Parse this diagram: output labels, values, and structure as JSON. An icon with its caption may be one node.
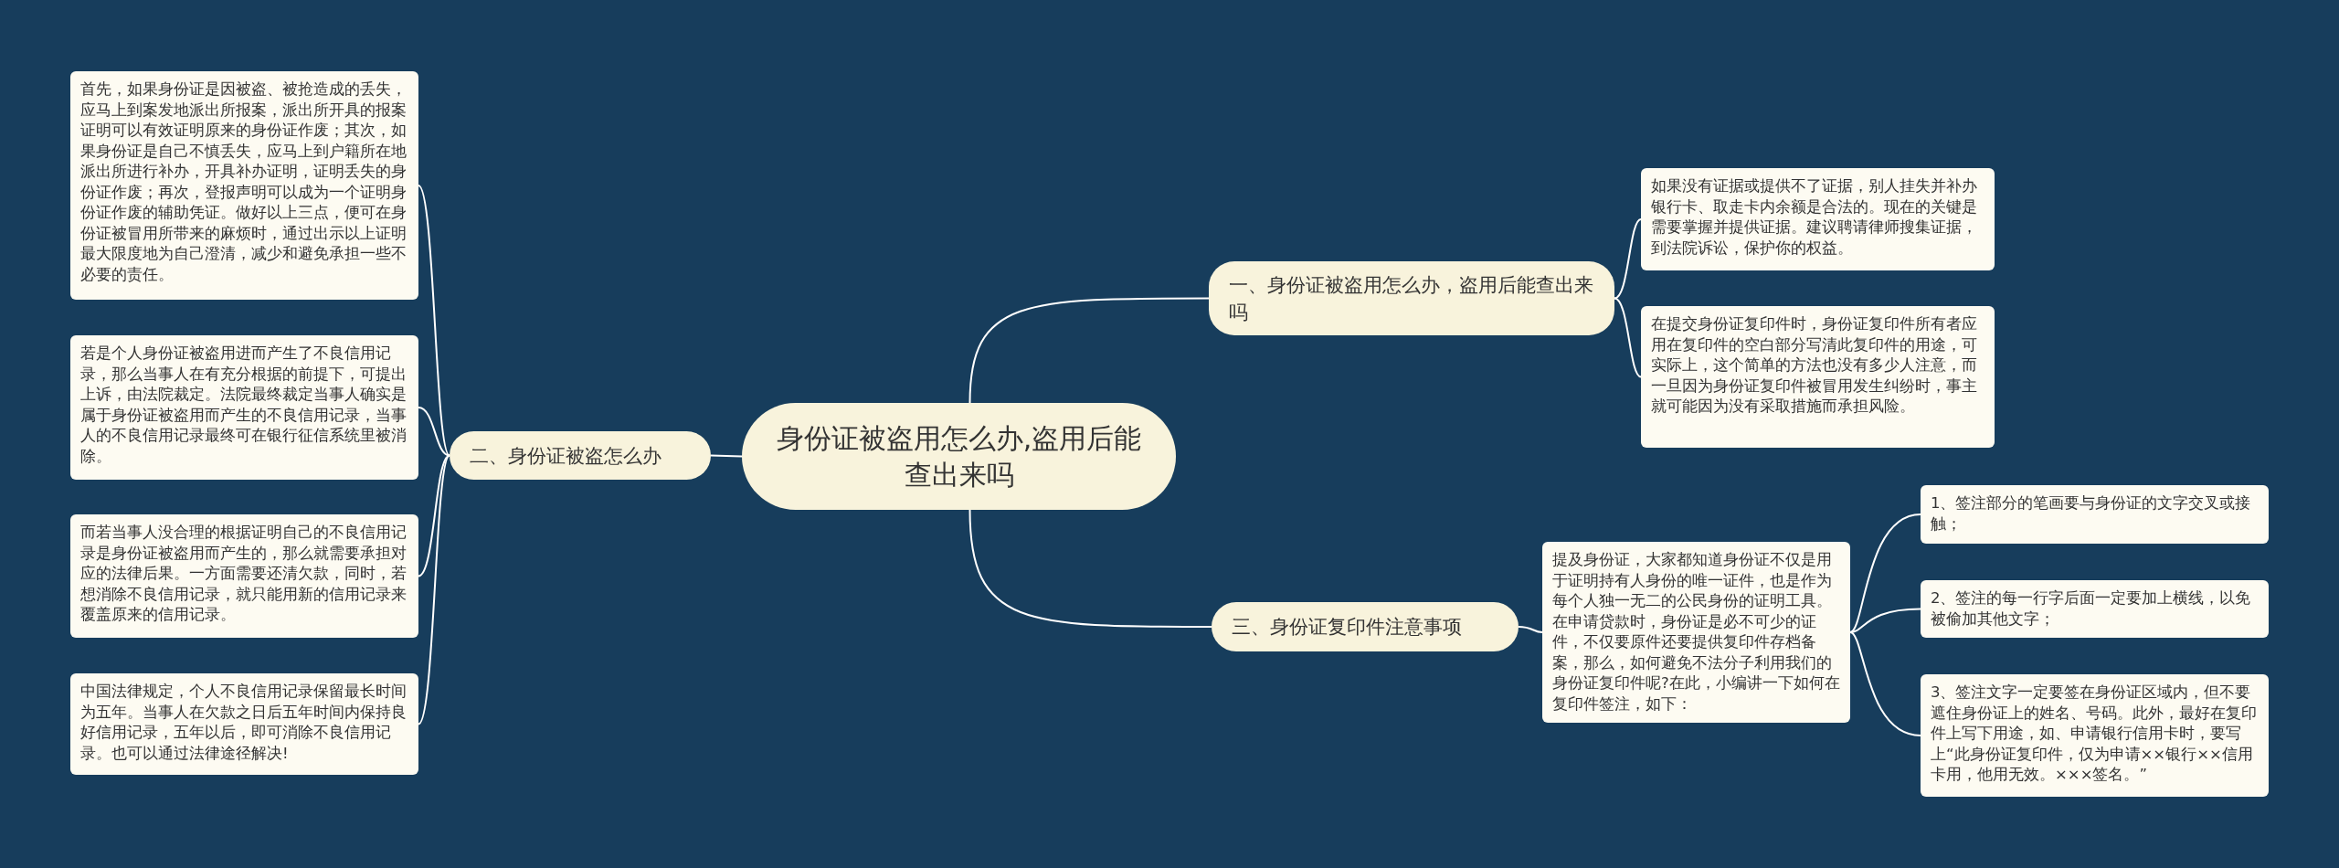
{
  "diagram": {
    "nodes": [
      {
        "text": [
          "身份证被盗用怎么办,盗用后能查出来吗"
        ]
      },
      {
        "text": [
          "一、身份证被盗用怎么办，盗用后能查出来吗"
        ]
      },
      {
        "text": [
          "如果没有证据或提供不了证据，别人挂失并补办银行卡、取走卡内余额是合法的。现在的关键是需要掌握并提供证据。建议聘请律师搜集证据，到法院诉讼，保护你的权益。"
        ]
      },
      {
        "text": [
          "在提交身份证复印件时，身份证复印件所有者应用在复印件的空白部分写清此复印件的用途，可实际上，这个简单的方法也没有多少人注意，而一旦因为身份证复印件被冒用发生纠纷时，事主就可能因为没有采取措施而承担风险。"
        ]
      },
      {
        "text": [
          "二、身份证被盗怎么办"
        ]
      },
      {
        "text": [
          "首先，如果身份证是因被盗、被抢造成的丢失，应马上到案发地派出所报案，派出所开具的报案证明可以有效证明原来的身份证作废；其次，如果身份证是自己不慎丢失，应马上到户籍所在地派出所进行补办，开具补办证明，证明丢失的身份证作废；再次，登报声明可以成为一个证明身份证作废的辅助凭证。做好以上三点，便可在身份证被冒用所带来的麻烦时，通过出示以上证明最大限度地为自己澄清，减少和避免承担一些不必要的责任。"
        ]
      },
      {
        "text": [
          "若是个人身份证被盗用进而产生了不良信用记录，那么当事人在有充分根据的前提下，可提出上诉，由法院裁定。法院最终裁定当事人确实是属于身份证被盗用而产生的不良信用记录，当事人的不良信用记录最终可在银行征信系统里被消除。"
        ]
      },
      {
        "text": [
          "而若当事人没合理的根据证明自己的不良信用记录是身份证被盗用而产生的，那么就需要承担对应的法律后果。一方面需要还清欠款，同时，若想消除不良信用记录，就只能用新的信用记录来覆盖原来的信用记录。"
        ]
      },
      {
        "text": [
          "中国法律规定，个人不良信用记录保留最长时间为五年。当事人在欠款之日后五年时间内保持良好信用记录，五年以后，即可消除不良信用记录。也可以通过法律途径解决!"
        ]
      },
      {
        "text": [
          "三、身份证复印件注意事项"
        ]
      },
      {
        "text": [
          "提及身份证，大家都知道身份证不仅是用于证明持有人身份的唯一证件，也是作为每个人独一无二的公民身份的证明工具。在申请贷款时，身份证是必不可少的证件，不仅要原件还要提供复印件存档备案，那么，如何避免不法分子利用我们的身份证复印件呢?在此，小编讲一下如何在复印件签注，如下："
        ]
      },
      {
        "text": [
          "1、签注部分的笔画要与身份证的文字交叉或接触；"
        ]
      },
      {
        "text": [
          "2、签注的每一行字后面一定要加上横线，以免被偷加其他文字；"
        ]
      },
      {
        "text": [
          "3、签注文字一定要签在身份证区域内，但不要遮住身份证上的姓名、号码。此外，最好在复印件上写下用途，如、申请银行信用卡时，要写上“此身份证复印件，仅为申请××银行××信用卡用，他用无效。×××签名。”"
        ]
      }
    ],
    "edges": [
      {
        "from": 0,
        "to": 1,
        "arrow": "none"
      },
      {
        "from": 1,
        "to": 2,
        "arrow": "none"
      },
      {
        "from": 1,
        "to": 3,
        "arrow": "none"
      },
      {
        "from": 0,
        "to": 4,
        "arrow": "none"
      },
      {
        "from": 4,
        "to": 5,
        "arrow": "none"
      },
      {
        "from": 4,
        "to": 6,
        "arrow": "none"
      },
      {
        "from": 4,
        "to": 7,
        "arrow": "none"
      },
      {
        "from": 4,
        "to": 8,
        "arrow": "none"
      },
      {
        "from": 0,
        "to": 9,
        "arrow": "none"
      },
      {
        "from": 9,
        "to": 10,
        "arrow": "none"
      },
      {
        "from": 10,
        "to": 11,
        "arrow": "none"
      },
      {
        "from": 10,
        "to": 12,
        "arrow": "none"
      },
      {
        "from": 10,
        "to": 13,
        "arrow": "none"
      }
    ]
  }
}
